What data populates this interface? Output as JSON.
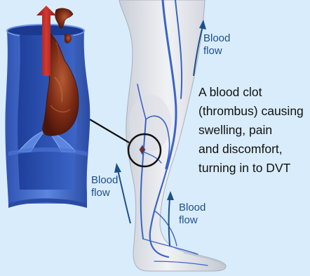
{
  "labels": {
    "flow_top": [
      "Blood",
      "flow"
    ],
    "flow_left": [
      "Blood",
      "flow"
    ],
    "flow_bottom": [
      "Blood",
      "flow"
    ]
  },
  "caption": [
    "A blood clot",
    "(thrombus) causing",
    "swelling, pain",
    "and discomfort,",
    "turning in to DVT"
  ],
  "colors": {
    "background": "#d9ecfb",
    "vein": "#3a64c8",
    "clot": "#7a2a14",
    "arrow_red": "#b21f1f",
    "label_blue": "#1d4f8c"
  }
}
